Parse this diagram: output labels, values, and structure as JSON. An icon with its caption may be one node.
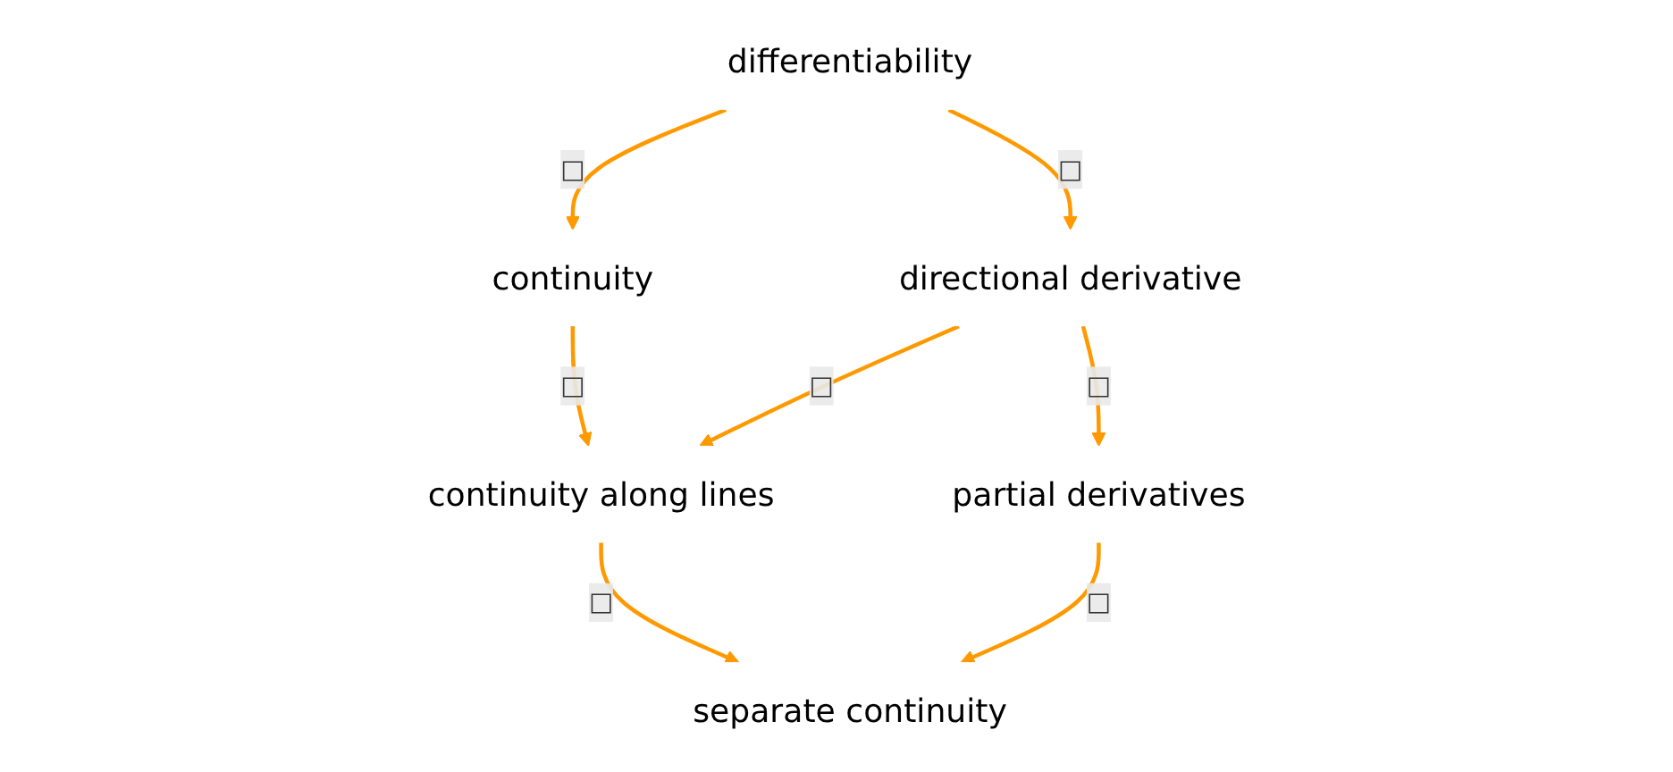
{
  "diagram": {
    "nodes": [
      {
        "text": [
          "continuity"
        ]
      },
      {
        "text": [
          "differentiability"
        ]
      },
      {
        "text": [
          "continuity along lines"
        ]
      },
      {
        "text": [
          "directional derivative"
        ]
      },
      {
        "text": [
          "separate continuity"
        ]
      },
      {
        "text": [
          "partial derivatives"
        ]
      }
    ],
    "edges": [
      {
        "from": 1,
        "to": 0,
        "arrow": "to",
        "label": "□",
        "color": "#ff9900"
      },
      {
        "from": 0,
        "to": 2,
        "arrow": "to",
        "label": "□",
        "color": "#ff9900"
      },
      {
        "from": 1,
        "to": 3,
        "arrow": "to",
        "label": "□",
        "color": "#ff9900"
      },
      {
        "from": 3,
        "to": 2,
        "arrow": "to",
        "label": "□",
        "color": "#ff9900"
      },
      {
        "from": 2,
        "to": 4,
        "arrow": "to",
        "label": "□",
        "color": "#ff9900"
      },
      {
        "from": 3,
        "to": 5,
        "arrow": "to",
        "label": "□",
        "color": "#ff9900"
      },
      {
        "from": 5,
        "to": 4,
        "arrow": "to",
        "label": "□",
        "color": "#ff9900"
      }
    ]
  }
}
